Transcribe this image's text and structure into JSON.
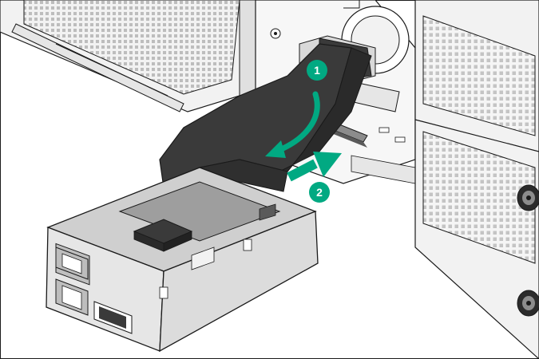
{
  "colors": {
    "outline": "#1a1a1a",
    "chassis_fill": "#f2f2f2",
    "module_fill": "#d9d9d9",
    "module_top": "#bfbfbf",
    "cable": "#3a3a3a",
    "accent_green": "#01a982"
  },
  "callouts": [
    {
      "id": "step-1",
      "label": "1"
    },
    {
      "id": "step-2",
      "label": "2"
    }
  ],
  "icons": {
    "rotate_arrow": "curved-arrow-icon",
    "push_arrow": "straight-arrow-icon"
  }
}
